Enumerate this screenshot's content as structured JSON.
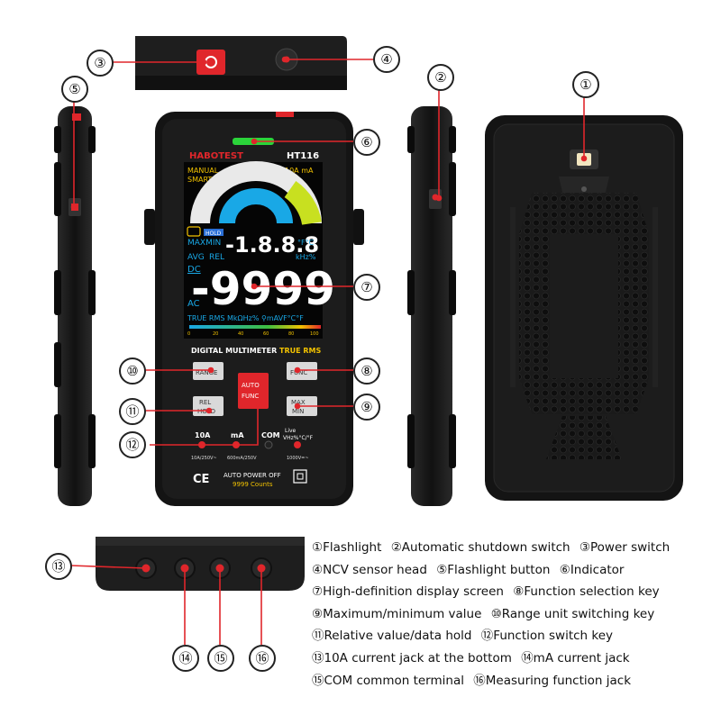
{
  "brand": "HABOTEST",
  "model": "HT116",
  "device_texts": {
    "manual": "MANUAL",
    "smart": "SMART",
    "range_10a_ma": "10A  mA",
    "hold": "HOLD",
    "maxmin": "MAXMIN",
    "avg": "AVG",
    "rel": "REL",
    "top_reading": "-1.8.8.8",
    "main_reading": "-9999",
    "dc": "DC",
    "ac": "AC",
    "temp_unit": "°F°C",
    "khz": "kHz%",
    "bottom_units": "TRUE RMS MkΩHz%  ⚲mAVF°C°F",
    "bar_scale": [
      "0",
      "20",
      "40",
      "60",
      "80",
      "100"
    ],
    "label_digital": "DIGITAL MULTIMETER",
    "label_true_rms": "TRUE RMS",
    "key_range": "RANGE",
    "key_func": "FUNC",
    "key_auto": "AUTO",
    "key_auto_func": "FUNC",
    "key_rel": "REL",
    "key_hold": "HOLD",
    "key_max": "MAX",
    "key_min": "MIN",
    "jack_10a": "10A",
    "jack_ma": "mA",
    "jack_com": "COM",
    "jack_live": "Live",
    "jack_vhz": "VHz%°C/°F",
    "jack_10a_rating": "10A/250V~",
    "jack_ma_rating": "600mA/250V",
    "jack_v_rating": "1000V=~",
    "ce_mark": "CE",
    "auto_power_off": "AUTO POWER OFF",
    "counts": "9999 Counts"
  },
  "callouts": [
    "①",
    "②",
    "③",
    "④",
    "⑤",
    "⑥",
    "⑦",
    "⑧",
    "⑨",
    "⑩",
    "⑪",
    "⑫",
    "⑬",
    "⑭",
    "⑮",
    "⑯"
  ],
  "legend": [
    [
      "①Flashlight",
      "②Automatic shutdown switch",
      "③Power switch"
    ],
    [
      "④NCV sensor head",
      "⑤Flashlight button",
      "⑥Indicator"
    ],
    [
      "⑦High-definition display screen",
      "⑧Function selection key"
    ],
    [
      "⑨Maximum/minimum value",
      "⑩Range unit switching key"
    ],
    [
      "⑪Relative value/data hold",
      "⑫Function switch key"
    ],
    [
      "⑬10A current jack at the bottom",
      "⑭mA current jack"
    ],
    [
      "⑮COM common terminal",
      "⑯Measuring function jack"
    ]
  ],
  "colors": {
    "body": "#1c1c1c",
    "red": "#e0262b",
    "cyan": "#19a8e6",
    "yellow": "#f2c200",
    "green": "#3fbf3f"
  }
}
